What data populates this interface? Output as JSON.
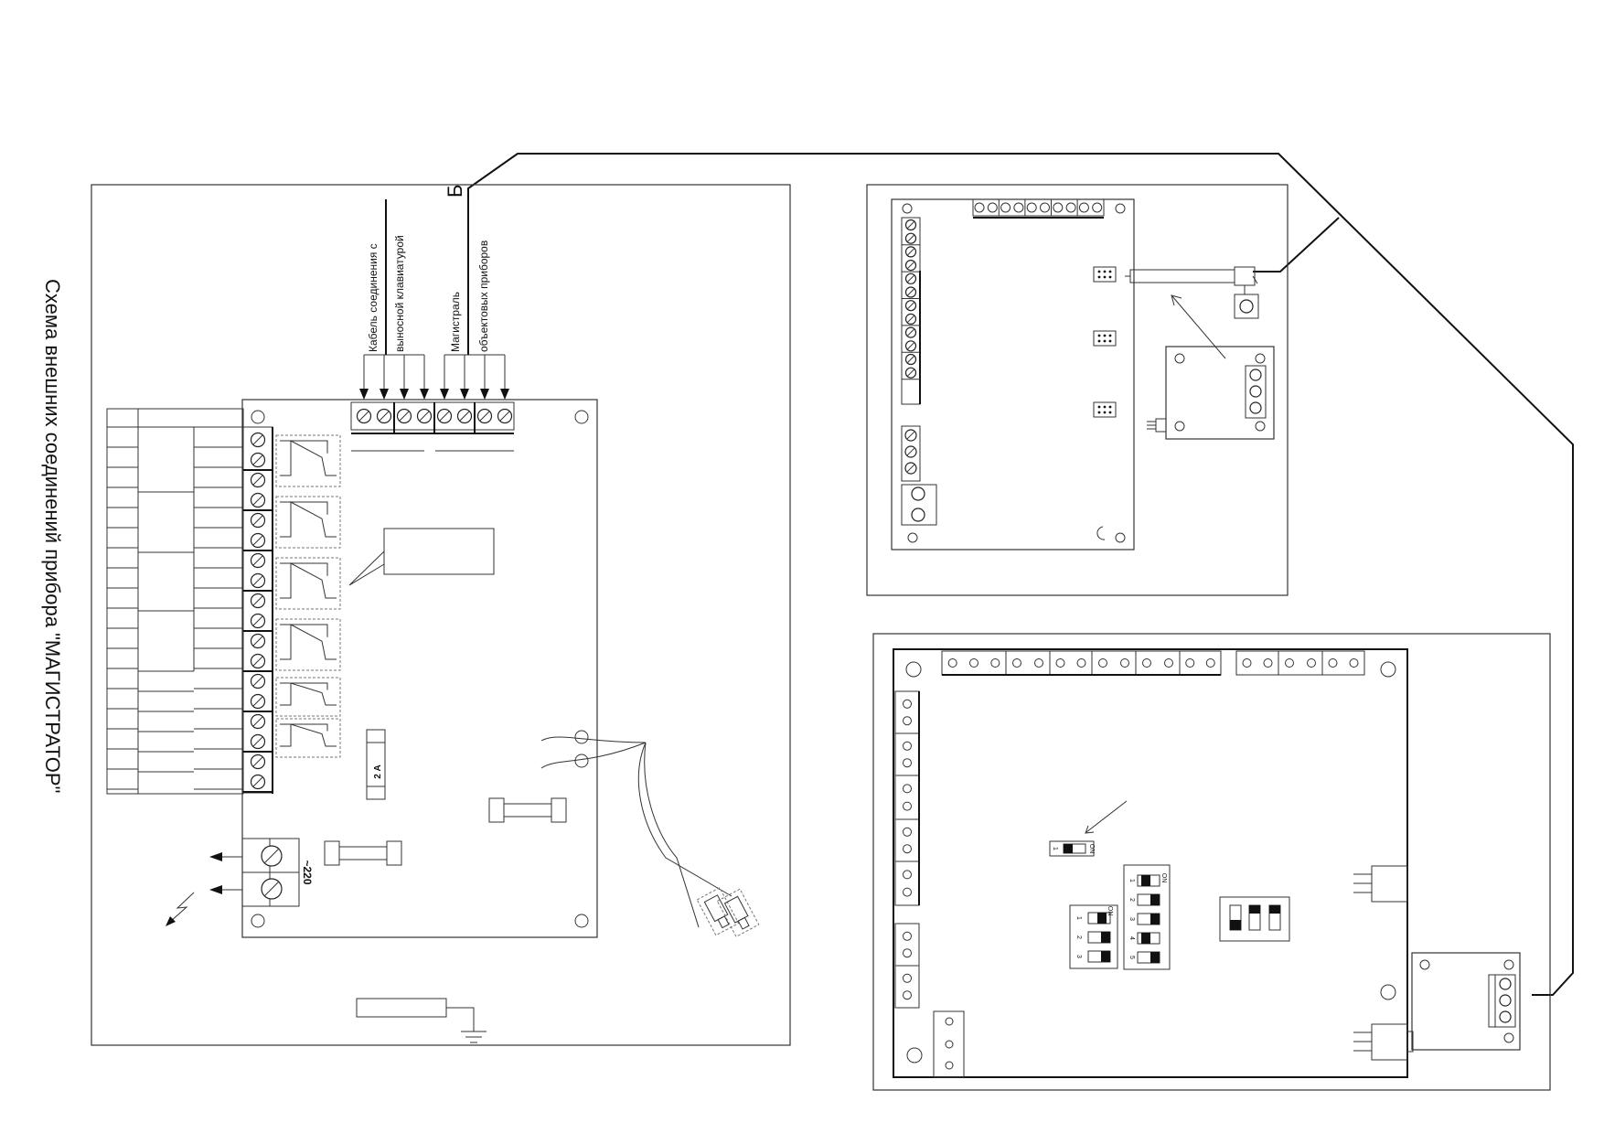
{
  "title": "Схема внешних соединений прибора \"МАГИСТРАТОР\"",
  "labels": {
    "cable_line1": "Кабель соединения с",
    "cable_line2": "выносной клавиатурой",
    "bus_line1": "Магистраль",
    "bus_line2": "объектовых приборов",
    "b_letter": "Б",
    "fuse": "2 А",
    "power": "~220",
    "dip_on": "ON",
    "dip_single_num": "1",
    "dip_3_nums": [
      "1",
      "2",
      "3"
    ],
    "dip_5_nums": [
      "1",
      "2",
      "3",
      "4",
      "5"
    ]
  },
  "colors": {
    "line": "#111111",
    "fill": "#ffffff"
  }
}
